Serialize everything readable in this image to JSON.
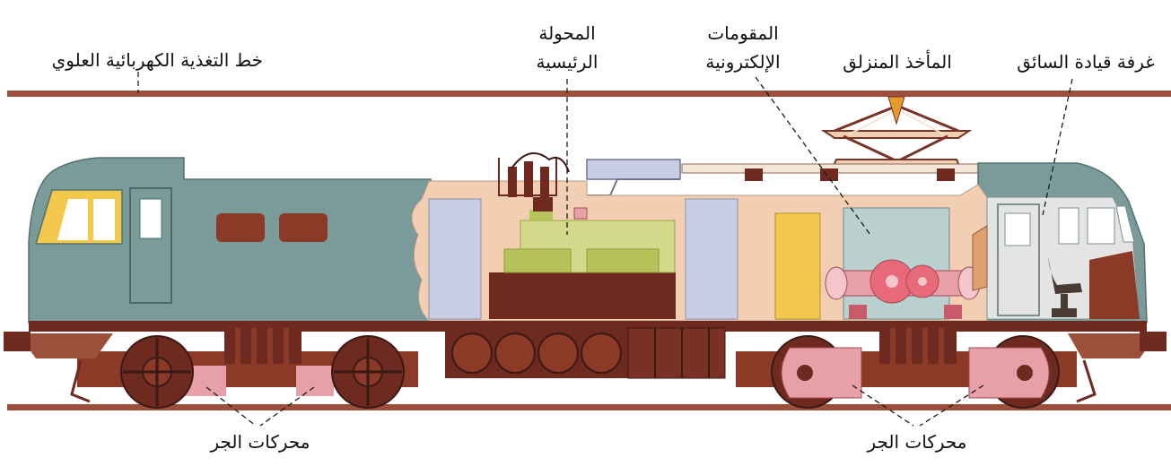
{
  "labels": {
    "overhead_line": "خط التغذية الكهربائية العلوي",
    "main_transformer_line1": "المحولة",
    "main_transformer_line2": "الرئيسية",
    "rectifiers_line1": "المقومات",
    "rectifiers_line2": "الإلكترونية",
    "pantograph": "المأخذ المنزلق",
    "driver_cab": "غرفة قيادة السائق",
    "traction_motors_left": "محركات الجر",
    "traction_motors_right": "محركات الجر"
  },
  "colors": {
    "rail": "#9c4f3a",
    "body_gray": "#7b9a9a",
    "body_gray_dark": "#5f7d7d",
    "interior": "#f2cfb2",
    "dark_brown": "#6e2a1f",
    "brown": "#8a3a26",
    "window_yellow": "#f2c94c",
    "pink": "#e8a0a8",
    "transformer_green": "#d3d98a",
    "transformer_green_dark": "#b6c25a",
    "rectifier_blue": "#b9d0cf",
    "panel_lavender": "#c9cde3"
  }
}
